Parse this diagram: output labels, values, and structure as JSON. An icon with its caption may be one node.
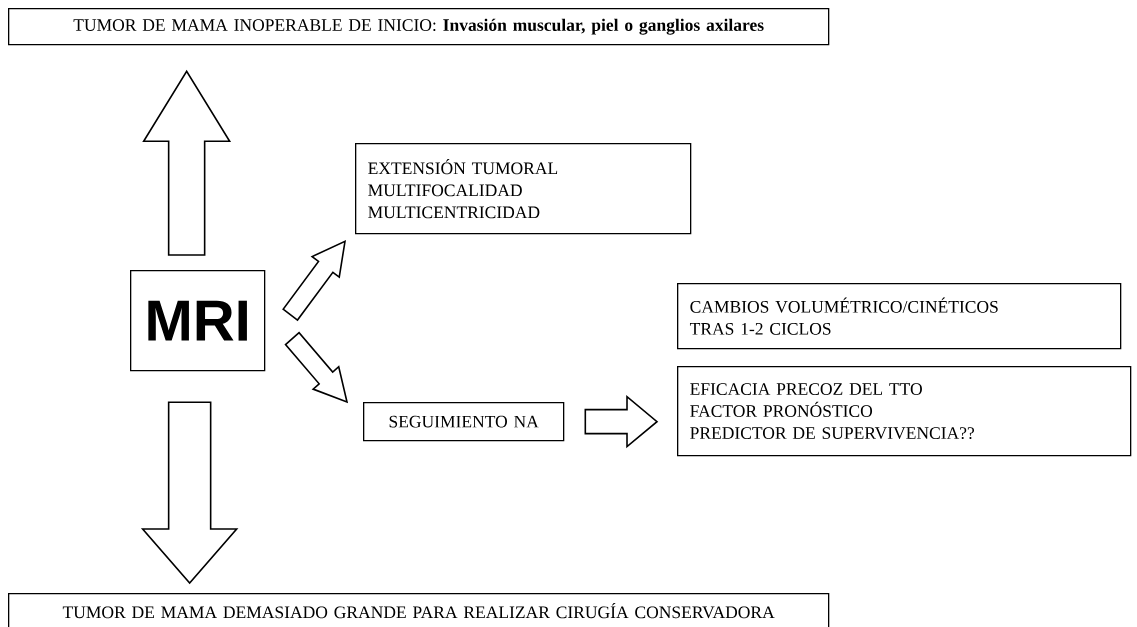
{
  "diagram": {
    "nodes": [
      {
        "text": [
          "TUMOR DE MAMA INOPERABLE DE INICIO: **Invasión muscular, piel o ganglios axilares**"
        ]
      },
      {
        "text": [
          "MRI"
        ]
      },
      {
        "text": [
          "EXTENSIÓN TUMORAL",
          "MULTIFOCALIDAD",
          "MULTICENTRICIDAD"
        ]
      },
      {
        "text": [
          "CAMBIOS VOLUMÉTRICO/CINÉTICOS TRAS 1-2 CICLOS"
        ]
      },
      {
        "text": [
          "SEGUIMIENTO NA"
        ]
      },
      {
        "text": [
          "EFICACIA PRECOZ DEL TTO",
          "FACTOR PRONÓSTICO",
          "PREDICTOR DE SUPERVIVENCIA??"
        ]
      },
      {
        "text": [
          "TUMOR DE MAMA DEMASIADO GRANDE PARA REALIZAR CIRUGÍA CONSERVADORA"
        ]
      }
    ],
    "edges": [
      {
        "from": 1,
        "to": 0,
        "arrow": "to"
      },
      {
        "from": 1,
        "to": 2,
        "arrow": "to"
      },
      {
        "from": 1,
        "to": 4,
        "arrow": "to"
      },
      {
        "from": 4,
        "to": 5,
        "arrow": "to"
      },
      {
        "from": 1,
        "to": 6,
        "arrow": "to"
      }
    ]
  }
}
